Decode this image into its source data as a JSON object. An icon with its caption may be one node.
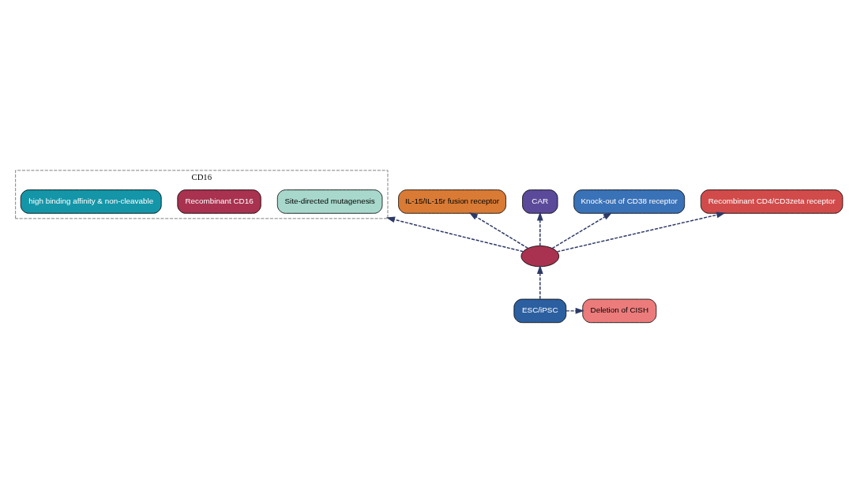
{
  "diagram": {
    "nodes": [
      {
        "text": [
          "CD16"
        ]
      },
      {
        "text": [
          "Site-directed mutagenesis"
        ],
        "in": 0
      },
      {
        "text": [
          "Recombinant CD16"
        ],
        "in": 0
      },
      {
        "text": [
          "high binding affinity & non-cleavable"
        ],
        "in": 0
      },
      {
        "text": [
          "IL-15/IL-15r fusion receptor"
        ]
      },
      {
        "text": [
          "CAR"
        ]
      },
      {
        "text": [
          "Knock-out of CD38 receptor"
        ]
      },
      {
        "text": [
          "Recombinant CD4/CD3zeta receptor"
        ]
      },
      {
        "text": [],
        "shape": "cloud"
      },
      {
        "text": [
          "ESC/iPSC"
        ]
      },
      {
        "text": [
          "Deletion of CISH"
        ]
      }
    ],
    "edges": [
      {
        "from": 9,
        "to": 8,
        "arrow": "to",
        "style": "dashed"
      },
      {
        "from": 8,
        "to": 0,
        "arrow": "to",
        "style": "dashed"
      },
      {
        "from": 8,
        "to": 4,
        "arrow": "to",
        "style": "dashed"
      },
      {
        "from": 8,
        "to": 5,
        "arrow": "to",
        "style": "dashed"
      },
      {
        "from": 8,
        "to": 6,
        "arrow": "to",
        "style": "dashed"
      },
      {
        "from": 8,
        "to": 7,
        "arrow": "to",
        "style": "dashed"
      },
      {
        "from": 9,
        "to": 10,
        "arrow": "to",
        "style": "dashed"
      }
    ]
  }
}
